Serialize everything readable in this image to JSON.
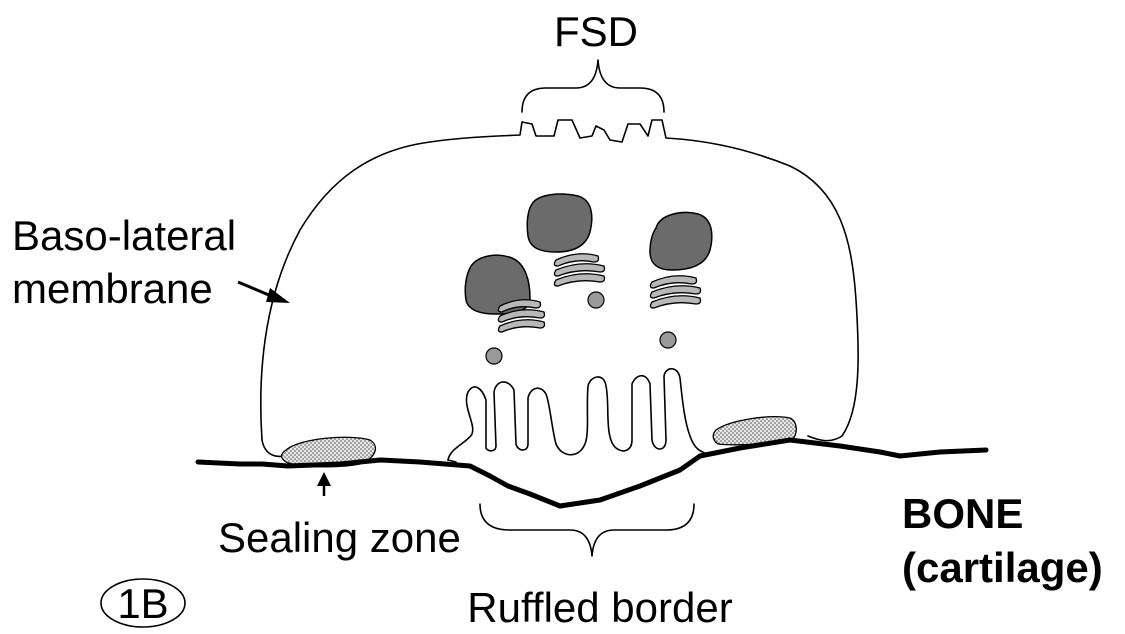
{
  "labels": {
    "fsd": "FSD",
    "baso_lateral_line1": "Baso-lateral",
    "baso_lateral_line2": "membrane",
    "sealing_zone": "Sealing zone",
    "bone_line1": "BONE",
    "bone_line2": "(cartilage)",
    "panel_id": "1B",
    "ruffled_border": "Ruffled border"
  },
  "colors": {
    "nucleus_fill": "#6b6b6b",
    "vesicle_fill": "#9a9a9a",
    "golgi_fill": "#b8b8b8",
    "sealing_fill": "#dcdcdc",
    "line": "#000000"
  }
}
